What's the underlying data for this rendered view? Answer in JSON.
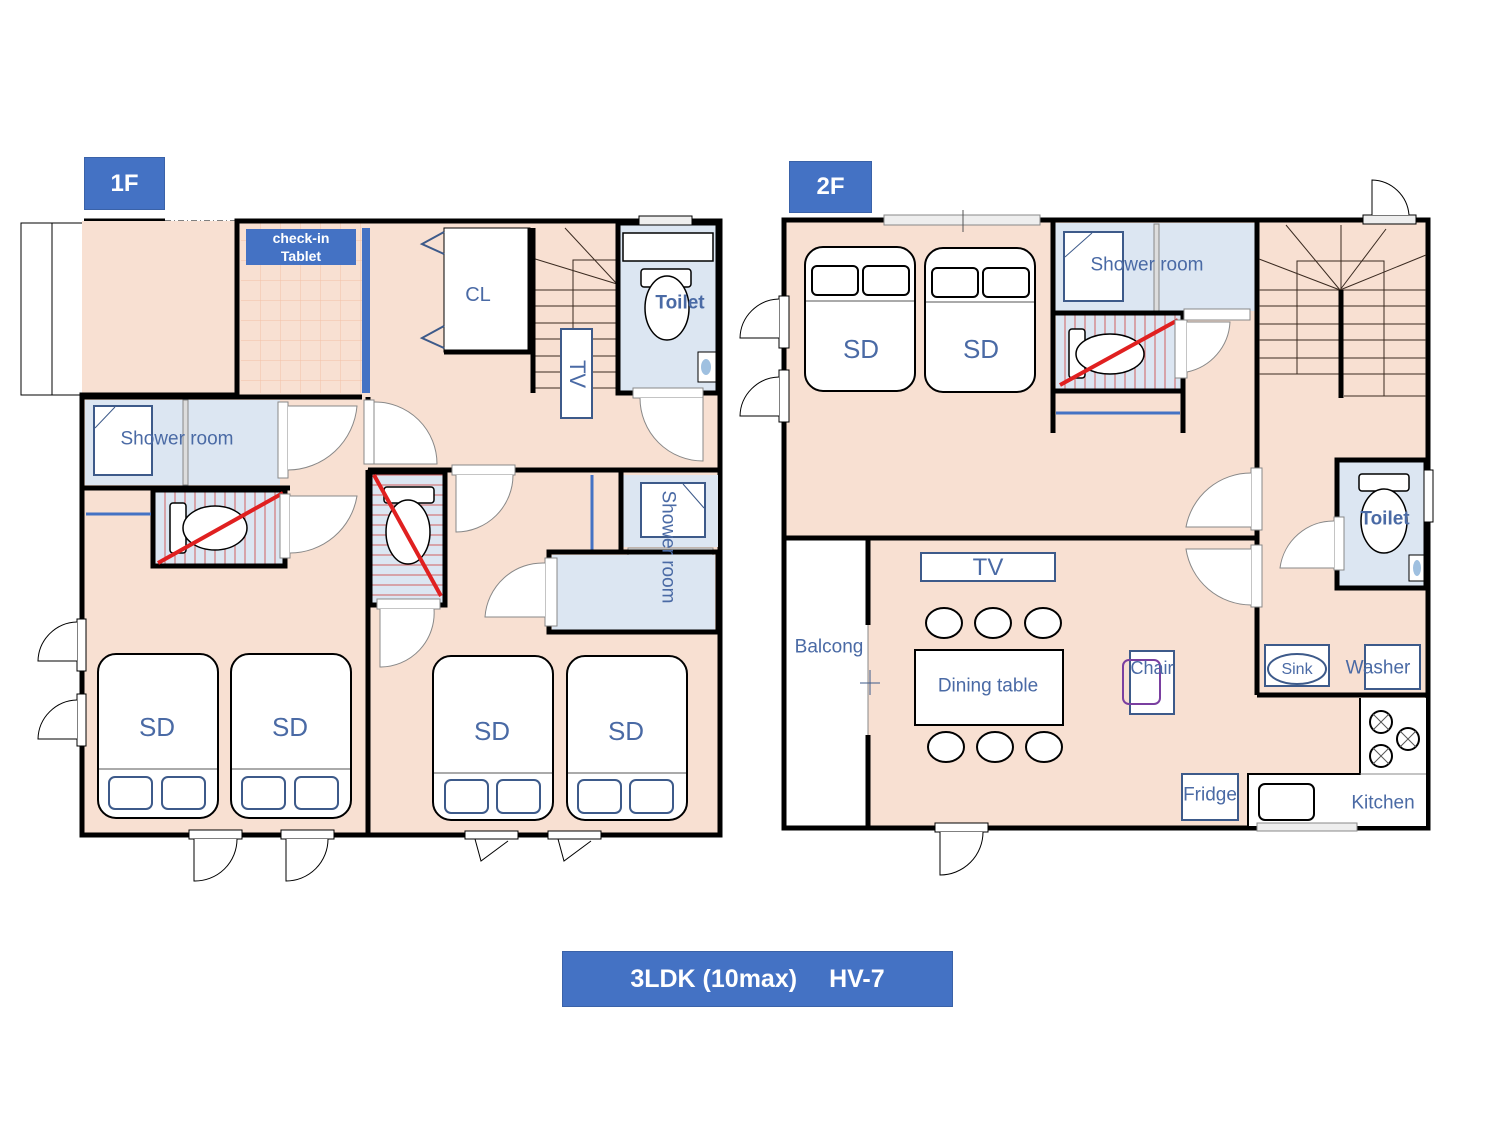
{
  "floors": {
    "first": {
      "badge": "1F"
    },
    "second": {
      "badge": "2F"
    }
  },
  "title_banner": {
    "layout": "3LDK (10max)",
    "code": "HV-7"
  },
  "first_floor_labels": {
    "checkin_tablet": "check-in\nTablet",
    "checkin_line1": "check-in",
    "checkin_line2": "Tablet",
    "closet": "CL",
    "tv": "TV",
    "toilet": "Toilet",
    "shower_room_left": "Shower room",
    "shower_room_right": "Shower room",
    "beds": [
      "SD",
      "SD",
      "SD",
      "SD"
    ]
  },
  "second_floor_labels": {
    "beds": [
      "SD",
      "SD"
    ],
    "shower_room": "Shower room",
    "toilet": "Toilet",
    "tv": "TV",
    "balcony": "Balcong",
    "dining_table": "Dining table",
    "chair": "Chair",
    "sink": "Sink",
    "washer": "Washer",
    "fridge": "Fridge",
    "kitchen": "Kitchen"
  },
  "colors": {
    "accent_blue": "#4472c4",
    "room_floor": "#f8e0d2",
    "wet_room": "#dce6f2",
    "wall": "#000000",
    "disabled_mark": "#e02020",
    "label_text": "#4a6aa5"
  }
}
